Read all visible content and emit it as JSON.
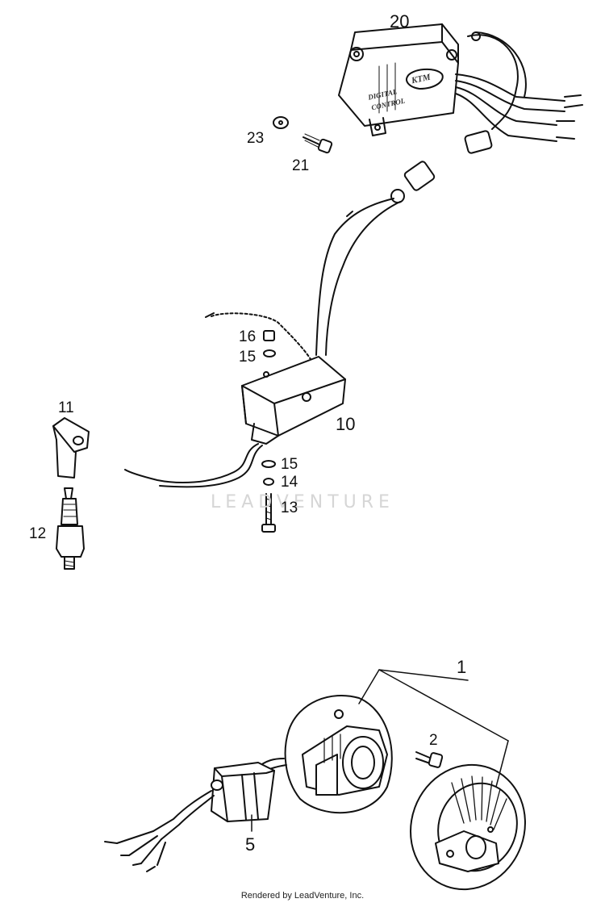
{
  "callouts": {
    "c20": "20",
    "c23": "23",
    "c21": "21",
    "c16": "16",
    "c15a": "15",
    "c10": "10",
    "c11": "11",
    "c15b": "15",
    "c14": "14",
    "c13": "13",
    "c12": "12",
    "c1": "1",
    "c2": "2",
    "c5": "5"
  },
  "module_label": {
    "logo": "KTM",
    "line1": "DIGITAL",
    "line2": "CONTROL"
  },
  "watermark": "LEADVENTURE",
  "footer": "Rendered by LeadVenture, Inc."
}
